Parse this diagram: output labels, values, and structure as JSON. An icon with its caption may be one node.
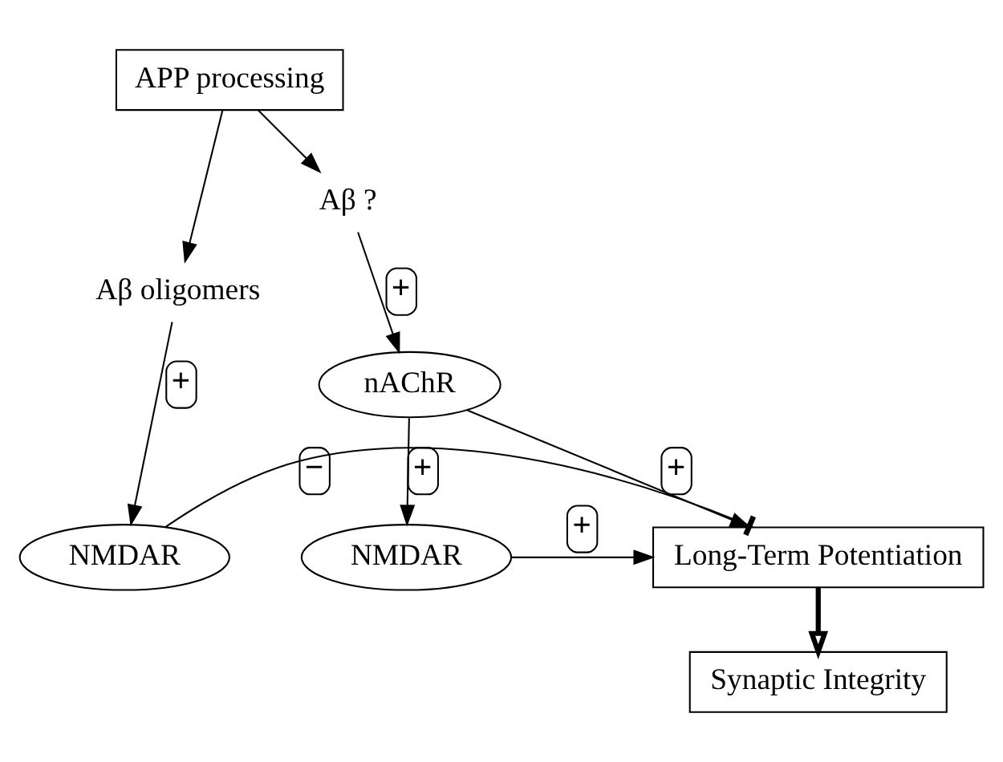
{
  "diagram": {
    "nodes": [
      {
        "text": [
          "APP processing"
        ]
      },
      {
        "text": [
          "Aβ oligomers"
        ]
      },
      {
        "text": [
          "Aβ ?"
        ]
      },
      {
        "text": [
          "nAChR"
        ]
      },
      {
        "text": [
          "NMDAR"
        ]
      },
      {
        "text": [
          "Long-Term Potentiation"
        ]
      },
      {
        "text": [
          "NMDAR"
        ]
      },
      {
        "text": [
          "Synaptic Integrity"
        ]
      }
    ],
    "edges": [
      {
        "from": 0,
        "to": 1,
        "arrow": "to"
      },
      {
        "from": 0,
        "to": 2,
        "arrow": "to"
      },
      {
        "from": 2,
        "to": 3,
        "arrow": "to",
        "label": "+"
      },
      {
        "from": 1,
        "to": 4,
        "arrow": "to",
        "label": "+"
      },
      {
        "from": 3,
        "to": 5,
        "arrow": "to",
        "label": "+"
      },
      {
        "from": 3,
        "to": 6,
        "arrow": "to",
        "label": "+"
      },
      {
        "from": 6,
        "to": 5,
        "arrow": "to",
        "label": "+"
      },
      {
        "from": 4,
        "to": 5,
        "arrow": "other",
        "label": "−"
      },
      {
        "from": 5,
        "to": 7,
        "arrow": "to",
        "style": "thick"
      }
    ]
  }
}
